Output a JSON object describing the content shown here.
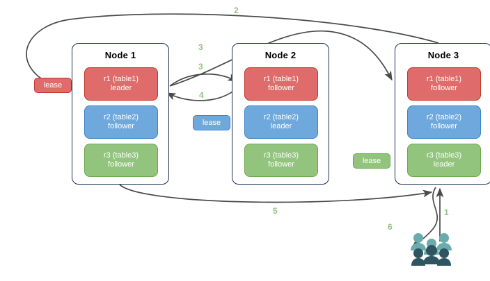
{
  "diagram": {
    "title": "Raft replica lease diagram",
    "colors": {
      "red": "#e06b6b",
      "red_border": "#c0392b",
      "blue": "#6fa8dc",
      "blue_border": "#3d85c6",
      "green": "#93c47d",
      "green_border": "#6aa84f",
      "node_border": "#1b2f56",
      "arrow": "#4a4a4a",
      "label": "#93c47d",
      "people_light": "#6aabad",
      "people_dark": "#2f5561"
    }
  },
  "nodes": [
    {
      "title": "Node 1",
      "replicas": [
        {
          "name": "r1 (table1)",
          "role": "leader",
          "color": "red"
        },
        {
          "name": "r2 (table2)",
          "role": "follower",
          "color": "blue"
        },
        {
          "name": "r3 (table3)",
          "role": "follower",
          "color": "green"
        }
      ]
    },
    {
      "title": "Node 2",
      "replicas": [
        {
          "name": "r1 (table1)",
          "role": "follower",
          "color": "red"
        },
        {
          "name": "r2 (table2)",
          "role": "leader",
          "color": "blue"
        },
        {
          "name": "r3 (table3)",
          "role": "follower",
          "color": "green"
        }
      ]
    },
    {
      "title": "Node 3",
      "replicas": [
        {
          "name": "r1 (table1)",
          "role": "follower",
          "color": "red"
        },
        {
          "name": "r2 (table2)",
          "role": "follower",
          "color": "blue"
        },
        {
          "name": "r3 (table3)",
          "role": "leader",
          "color": "green"
        }
      ]
    }
  ],
  "leases": [
    {
      "label": "lease",
      "color": "red"
    },
    {
      "label": "lease",
      "color": "blue"
    },
    {
      "label": "lease",
      "color": "green"
    }
  ],
  "edge_labels": [
    {
      "text": "1",
      "desc": "client-to-node3"
    },
    {
      "text": "2",
      "desc": "node3-to-red-lease"
    },
    {
      "text": "3",
      "desc": "node1-r1-to-node3-r1"
    },
    {
      "text": "3",
      "desc": "node1-r1-to-node2-r1"
    },
    {
      "text": "4",
      "desc": "node2-r1-to-node1-r1"
    },
    {
      "text": "5",
      "desc": "node1-to-node3"
    },
    {
      "text": "6",
      "desc": "node3-to-client"
    }
  ],
  "people": {
    "alt": "users-group"
  }
}
